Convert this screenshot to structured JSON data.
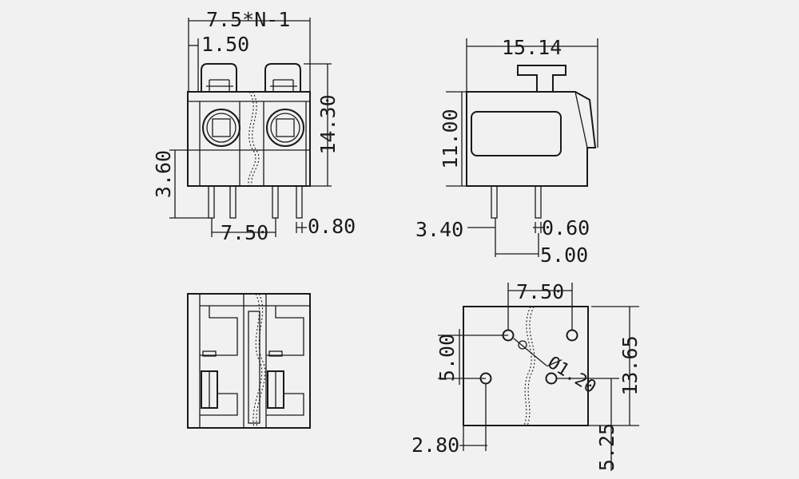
{
  "views": {
    "front": {
      "dim_top": "7.5*N-1",
      "dim_pin_width": "1.50",
      "dim_height": "14.30",
      "dim_left": "3.60",
      "dim_pitch": "7.50",
      "dim_pin_thick": "0.80"
    },
    "side": {
      "dim_width": "15.14",
      "dim_height": "11.00",
      "dim_pin_offset": "3.40",
      "dim_pin_thick": "0.60",
      "dim_pin_spacing": "5.00"
    },
    "pcb": {
      "dim_pitch": "7.50",
      "dim_vertical": "5.00",
      "dim_height": "13.65",
      "dim_hole": "Ø1.20",
      "dim_left": "2.80",
      "dim_bottom": "5.25"
    }
  }
}
